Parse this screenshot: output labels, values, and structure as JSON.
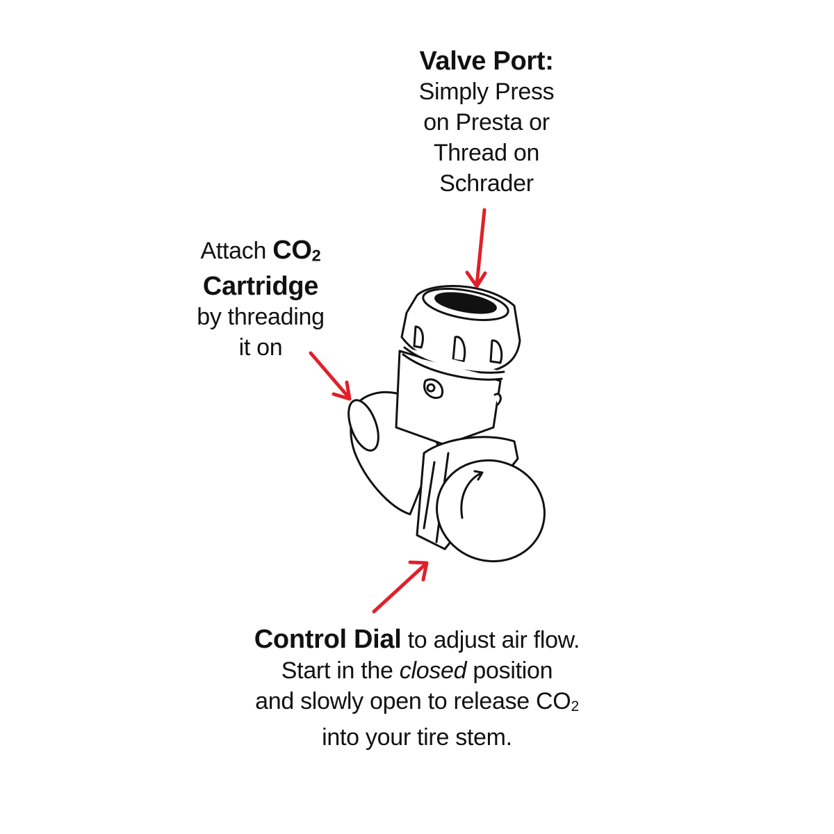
{
  "valve_port": {
    "title": "Valve Port:",
    "lines": [
      "Simply Press",
      "on Presta or",
      "Thread on",
      "Schrader"
    ]
  },
  "cartridge": {
    "prefix": "Attach ",
    "co": "CO",
    "co_sub": "2",
    "title2": "Cartridge",
    "lines": [
      "by threading",
      "it on"
    ]
  },
  "control_dial": {
    "title": "Control Dial",
    "title_rest": " to adjust air flow.",
    "line2_a": "Start in the ",
    "line2_italic": "closed",
    "line2_b": " position",
    "line3_a": "and slowly open to release CO",
    "line3_sub": "2",
    "line4": "into your tire stem."
  },
  "colors": {
    "arrow": "#e0202a",
    "line_art": "#111111",
    "background": "#ffffff"
  }
}
